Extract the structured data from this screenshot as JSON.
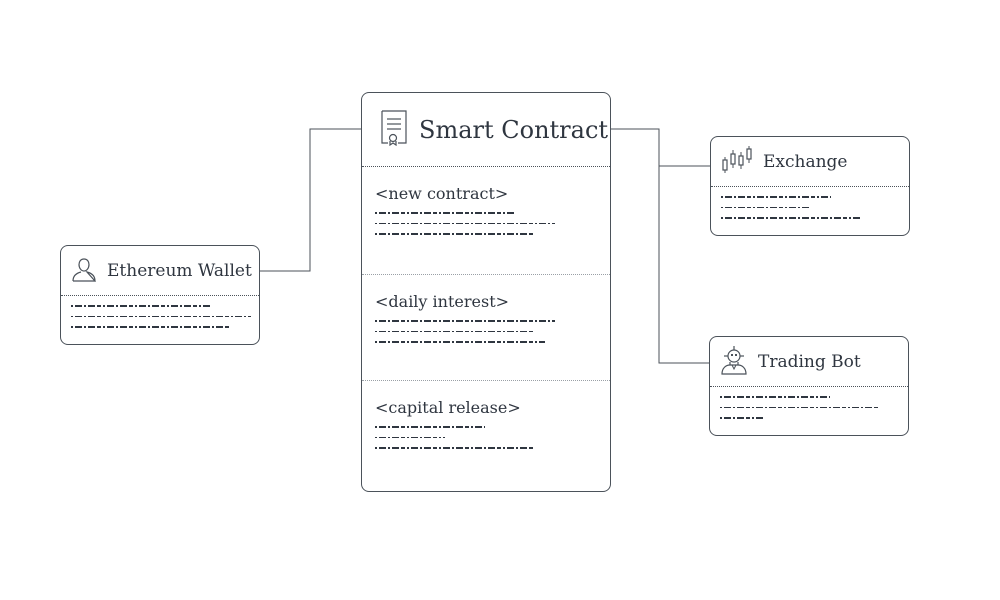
{
  "smart_contract": {
    "title": "Smart Contract",
    "sections": [
      {
        "label": "<new contract>"
      },
      {
        "label": "<daily interest>"
      },
      {
        "label": "<capital release>"
      }
    ]
  },
  "ethereum_wallet": {
    "title": "Ethereum Wallet"
  },
  "exchange": {
    "title": "Exchange"
  },
  "trading_bot": {
    "title": "Trading Bot"
  },
  "icons": {
    "smart_contract": "certificate-icon",
    "ethereum_wallet": "user-icon",
    "exchange": "candlestick-icon",
    "trading_bot": "bot-icon"
  },
  "colors": {
    "stroke": "#4b525a",
    "text": "#2f3640",
    "background": "#ffffff"
  }
}
